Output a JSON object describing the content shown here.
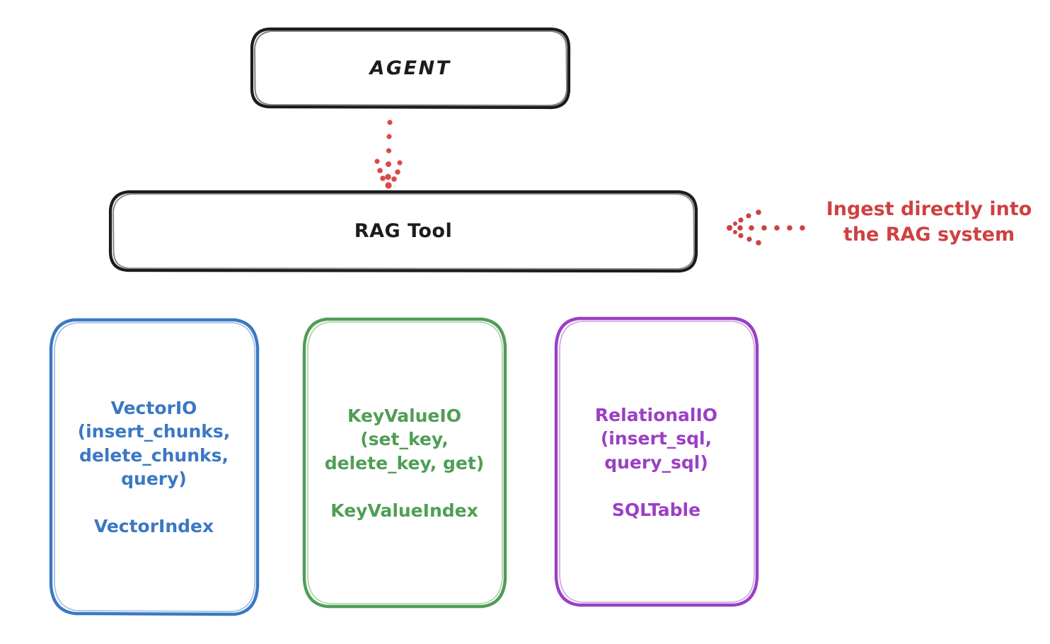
{
  "diagram": {
    "title_node": {
      "label": "AGENT"
    },
    "tool_node": {
      "label": "RAG Tool"
    },
    "annotation": {
      "text": "Ingest directly into\nthe RAG system",
      "color": "#cf4141",
      "arrow": "dotted-arrow-left"
    },
    "connector": {
      "from": "AGENT",
      "to": "RAG Tool",
      "style": "dotted-arrow-down",
      "color": "#cf4141"
    },
    "leaves": [
      {
        "id": "vectorio",
        "api": "VectorIO\n(insert_chunks,\ndelete_chunks,\nquery)",
        "index": "VectorIndex",
        "color": "#3b78c3"
      },
      {
        "id": "keyvalueio",
        "api": "KeyValueIO\n(set_key,\ndelete_key, get)",
        "index": "KeyValueIndex",
        "color": "#4f9e55"
      },
      {
        "id": "relationalio",
        "api": "RelationalIO\n(insert_sql,\nquery_sql)",
        "index": "SQLTable",
        "color": "#9b3fc4"
      }
    ]
  }
}
